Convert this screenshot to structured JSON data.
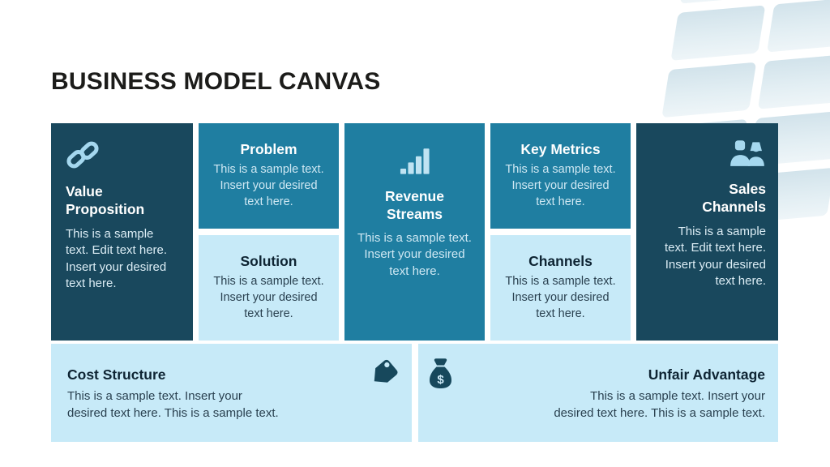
{
  "slide": {
    "title": "BUSINESS MODEL CANVAS"
  },
  "colors": {
    "dark_box": "#19485d",
    "teal_box": "#1f7ea1",
    "light_box": "#c7eaf8",
    "icon_on_dark_box": "#a5d8ef",
    "icon_on_light_box": "#17485c",
    "title_text": "#1c1c1a",
    "body_on_dark": "#dcedf5",
    "body_on_teal": "#cfe8f3",
    "title_on_light": "#0e2433",
    "body_on_light": "#2a4150",
    "decor_tile_top": "#d2e3eb",
    "decor_tile_bottom": "#eef5f8"
  },
  "canvas": {
    "columns": [
      {
        "icon": "link-icon",
        "title": "Value\nProposition",
        "body": "This is a sample\ntext. Edit text here.\nInsert your desired\ntext here."
      },
      {
        "cells": [
          {
            "title": "Problem",
            "body": "This is a sample text.\nInsert your desired\ntext here."
          },
          {
            "title": "Solution",
            "body": "This is a sample text.\nInsert your desired\ntext here."
          }
        ]
      },
      {
        "icon": "bar-chart-icon",
        "title": "Revenue\nStreams",
        "body": "This is a sample text.\nInsert your desired\ntext here."
      },
      {
        "cells": [
          {
            "title": "Key Metrics",
            "body": "This is a sample text.\nInsert your desired\ntext here."
          },
          {
            "title": "Channels",
            "body": "This is a sample text.\nInsert your desired\ntext here."
          }
        ]
      },
      {
        "icon": "people-icon",
        "title": "Sales\nChannels",
        "body": "This is a sample\ntext. Edit text here.\nInsert your desired\ntext here."
      }
    ],
    "footer": [
      {
        "icon": "price-tag-icon",
        "title": "Cost Structure",
        "body": "This is a sample text. Insert your\ndesired  text here. This is a sample text."
      },
      {
        "icon": "money-bag-icon",
        "title": "Unfair Advantage",
        "body": "This is a sample text. Insert your\ndesired text here. This is a sample text."
      }
    ]
  }
}
